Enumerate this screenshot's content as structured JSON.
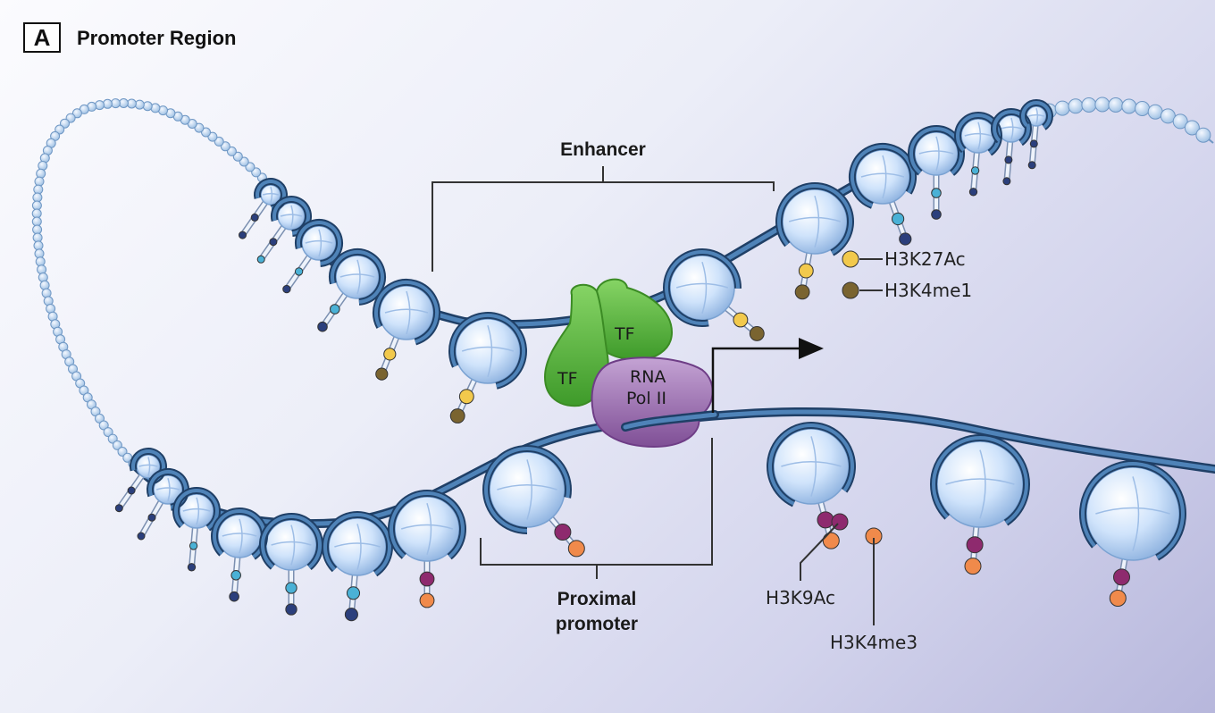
{
  "panel": {
    "letter": "A",
    "title": "Promoter Region"
  },
  "labels": {
    "enhancer": "Enhancer",
    "proximal_promoter_line1": "Proximal",
    "proximal_promoter_line2": "promoter",
    "tf_top": "TF",
    "tf_left": "TF",
    "rna_line1": "RNA",
    "rna_line2": "Pol II"
  },
  "marks": {
    "h3k27ac": "H3K27Ac",
    "h3k4me1": "H3K4me1",
    "h3k9ac": "H3K9Ac",
    "h3k4me3": "H3K4me3"
  },
  "colors": {
    "dna": "#2f5d88",
    "nucleosome": "#cfe3fb",
    "tf": "#5ab63c",
    "pol2": "#9d6fb0",
    "h3k27ac": "#f2c94c",
    "h3k4me1": "#7a6430",
    "h3k9ac": "#8e2a6e",
    "h3k4me3": "#f08a4b",
    "mark_cyan": "#4ab1d6",
    "mark_navy": "#2b3f7c"
  }
}
